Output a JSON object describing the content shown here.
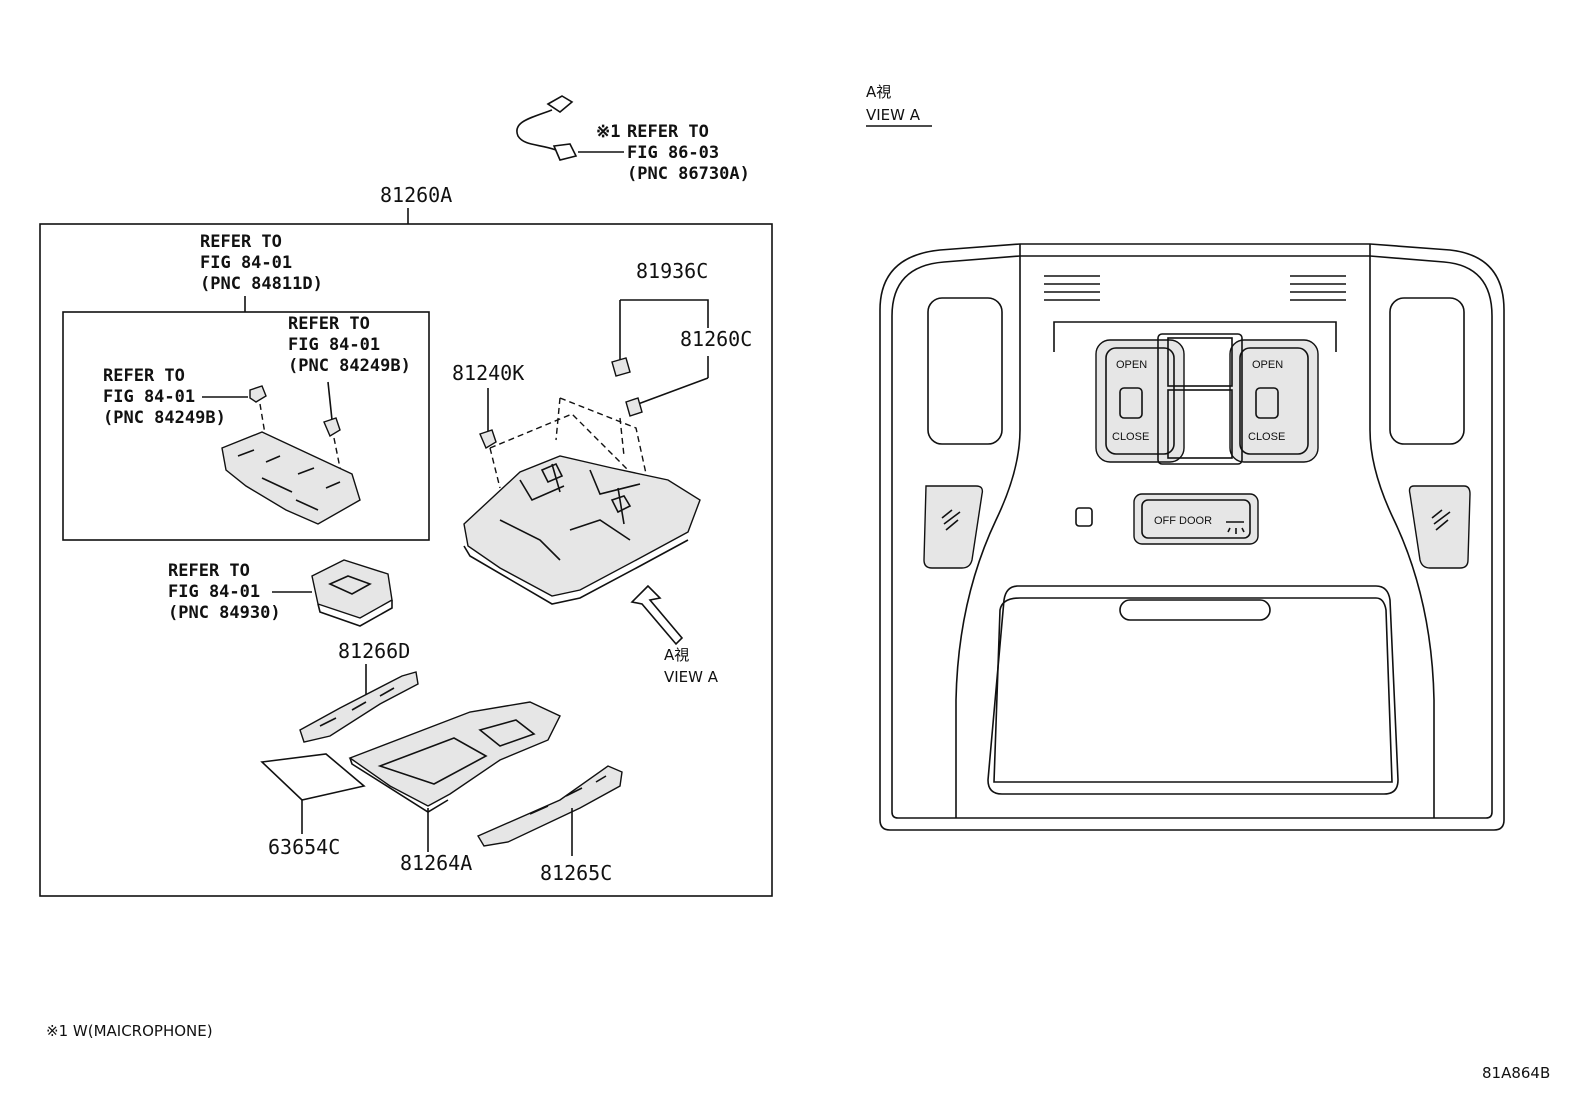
{
  "parts": {
    "p81260A": "81260A",
    "p81936C": "81936C",
    "p81260C": "81260C",
    "p81240K": "81240K",
    "p81266D": "81266D",
    "p63654C": "63654C",
    "p81264A": "81264A",
    "p81265C": "81265C"
  },
  "refs": {
    "mic": {
      "marker": "※1",
      "line1": "REFER TO",
      "line2": "FIG 86-03",
      "line3": "(PNC 86730A)"
    },
    "r84811D": {
      "line1": "REFER TO",
      "line2": "FIG 84-01",
      "line3": "(PNC 84811D)"
    },
    "r84249B_right": {
      "line1": "REFER TO",
      "line2": "FIG 84-01",
      "line3": "(PNC 84249B)"
    },
    "r84249B_left": {
      "line1": "REFER TO",
      "line2": "FIG 84-01",
      "line3": "(PNC 84249B)"
    },
    "r84930": {
      "line1": "REFER TO",
      "line2": "FIG 84-01",
      "line3": "(PNC 84930)"
    }
  },
  "view": {
    "arrow_jp": "A視",
    "arrow_en": "VIEW A",
    "title_jp": "A視",
    "title_en": "VIEW A"
  },
  "console": {
    "open_left": "OPEN",
    "close_left": "CLOSE",
    "open_right": "OPEN",
    "close_right": "CLOSE",
    "off_door": "OFF DOOR"
  },
  "footnote": "※1 W(MAICROPHONE)",
  "diagram_id": "81A864B"
}
